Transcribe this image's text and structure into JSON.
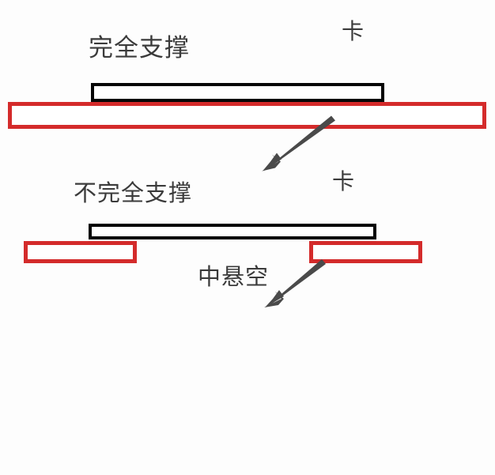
{
  "diagram": {
    "title_visible": false,
    "background_color": "#fdfdfd",
    "card_outline_color": "#050505",
    "support_outline_color": "#d42b2b",
    "text_color": "#3b3b3b",
    "arrow_color": "#4a4a4a"
  },
  "panel_top": {
    "condition_label": "完全支撑",
    "callout_label": "卡",
    "card_name": "card-bar-full-support",
    "support_name": "support-bar-full"
  },
  "panel_bottom": {
    "condition_label": "不完全支撑",
    "callout_label": "卡",
    "gap_label": "中悬空",
    "card_name": "card-bar-partial-support",
    "support_left_name": "support-block-left",
    "support_right_name": "support-block-right"
  }
}
